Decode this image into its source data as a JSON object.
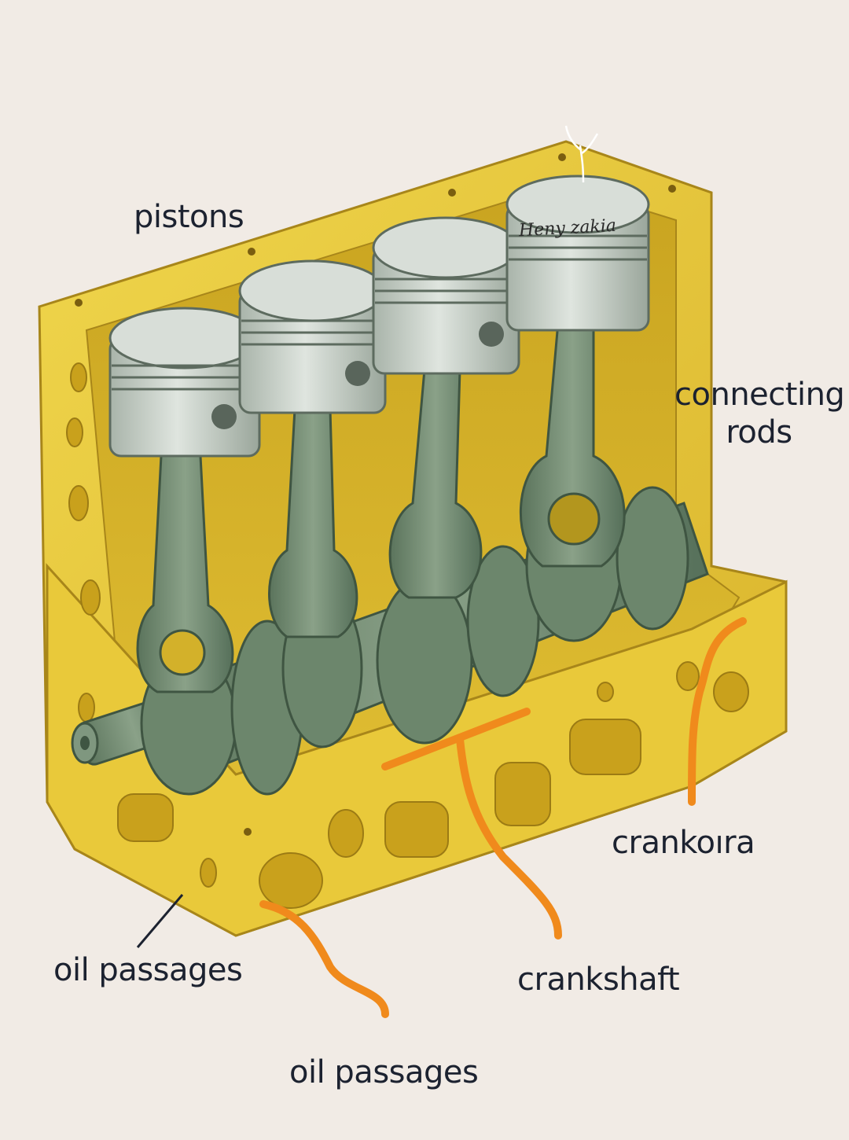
{
  "labels": {
    "pistons": "pistons",
    "connecting_rods_line1": "connecting",
    "connecting_rods_line2": "rods",
    "crankcase": "crankoıra",
    "crankshaft": "crankshaft",
    "oil_passages_left": "oil passages",
    "oil_passages_bottom": "oil passages"
  },
  "signature": "Heny zakia",
  "colors": {
    "background": "#f1ebe5",
    "block_yellow": "#e8c83a",
    "block_shadow": "#c9a41e",
    "metal_green": "#6f8a6f",
    "piston_silver": "#c9d2c9",
    "oil_orange": "#f08a1c",
    "label_text": "#1c2230"
  }
}
